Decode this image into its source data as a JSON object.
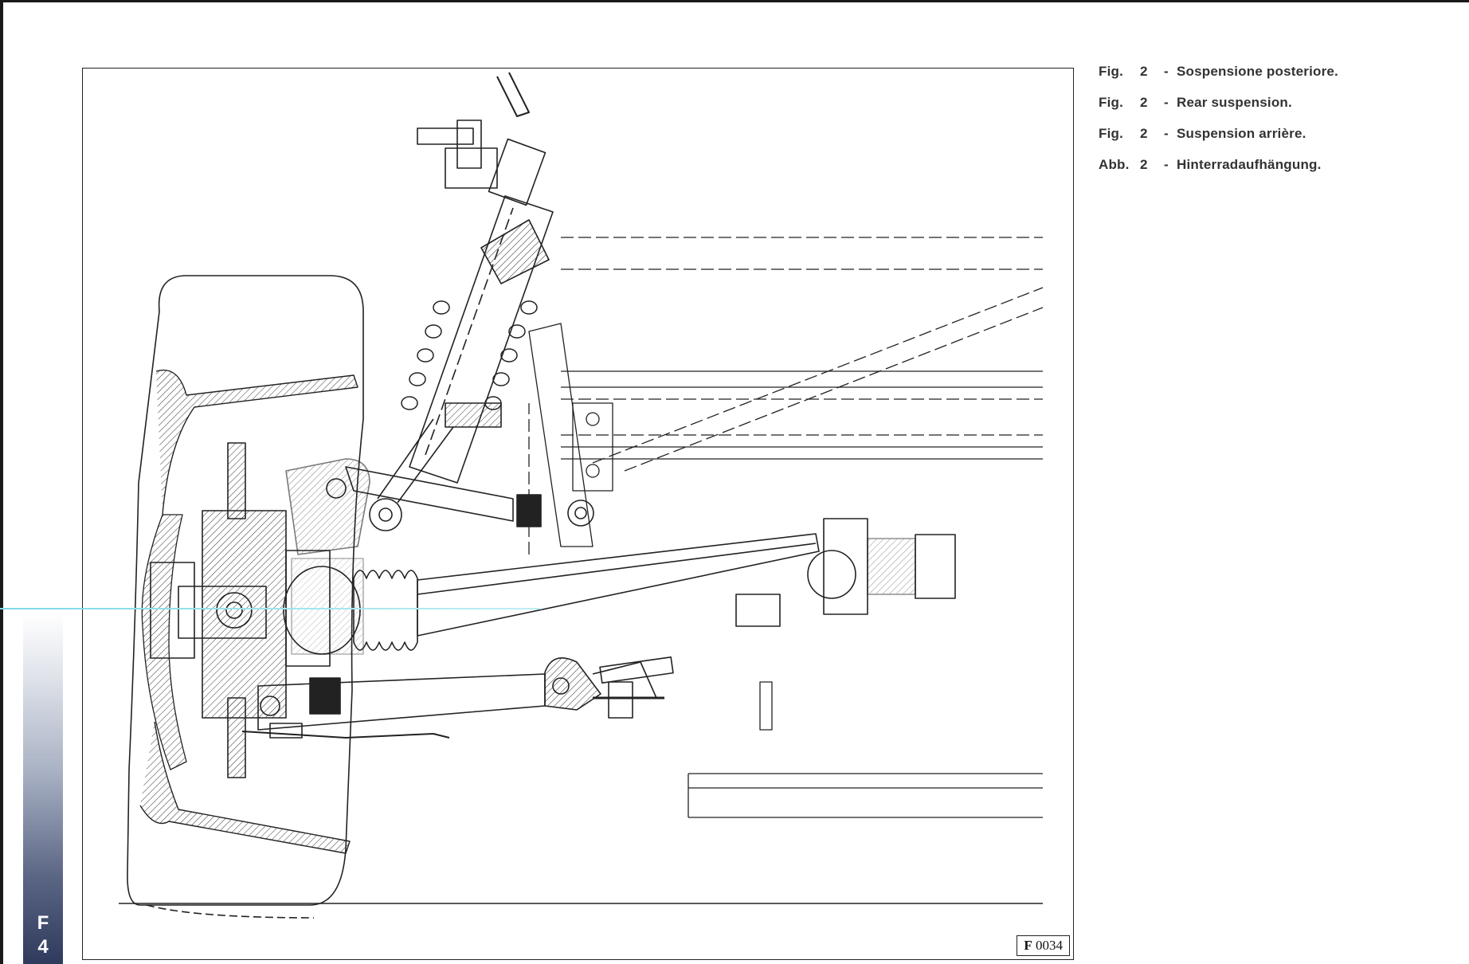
{
  "captions": [
    {
      "prefix": "Fig.",
      "number": "2",
      "text": "Sospensione posteriore."
    },
    {
      "prefix": "Fig.",
      "number": "2",
      "text": "Rear suspension."
    },
    {
      "prefix": "Fig.",
      "number": "2",
      "text": "Suspension arrière."
    },
    {
      "prefix": "Abb.",
      "number": "2",
      "text": "Hinterradaufhängung."
    }
  ],
  "caption_separator": "-",
  "figure_code": {
    "letter": "F",
    "number": "0034"
  },
  "side_tab": {
    "letter": "F",
    "number": "4"
  }
}
